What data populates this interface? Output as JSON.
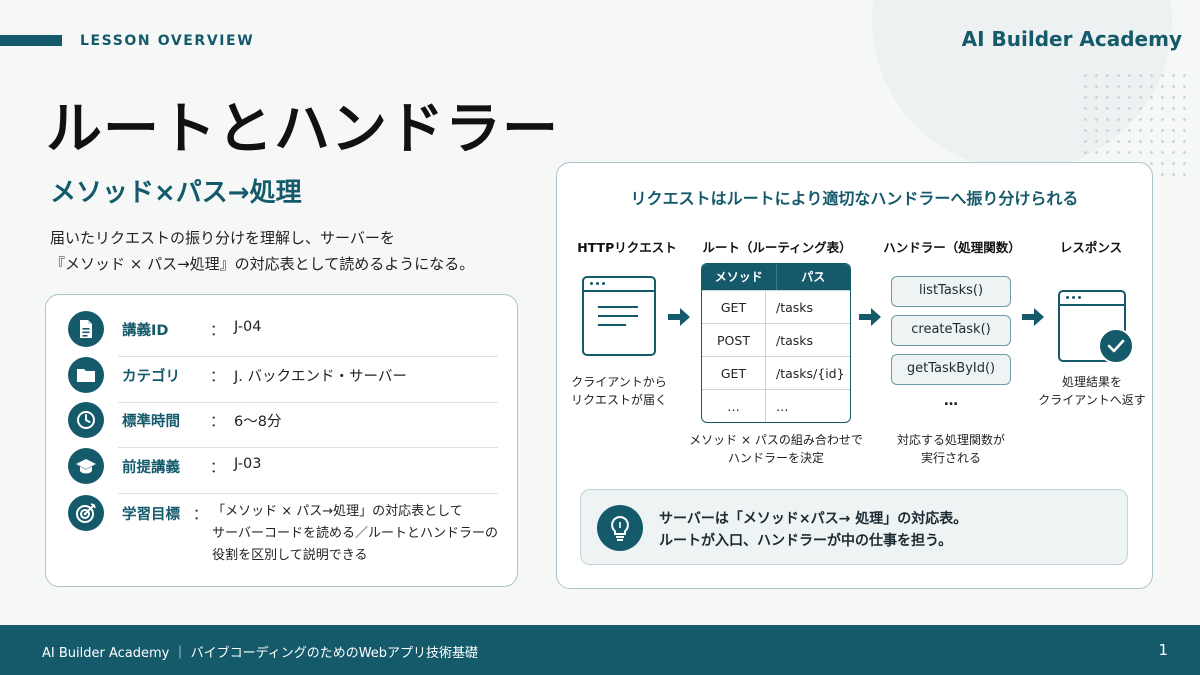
{
  "header": {
    "section_label": "LESSON OVERVIEW",
    "brand": "AI Builder Academy"
  },
  "lesson": {
    "title": "ルートとハンドラー",
    "subtitle": "メソッド×パス→処理",
    "description": [
      "届いたリクエストの振り分けを理解し、サーバーを",
      "『メソッド × パス→処理』の対応表として読めるようになる。"
    ]
  },
  "info": [
    {
      "icon": "document-icon",
      "label": "講義ID",
      "value": [
        "J-04"
      ]
    },
    {
      "icon": "folder-icon",
      "label": "カテゴリ",
      "value": [
        "J. バックエンド・サーバー"
      ]
    },
    {
      "icon": "clock-icon",
      "label": "標準時間",
      "value": [
        "6〜8分"
      ]
    },
    {
      "icon": "graduation-cap-icon",
      "label": "前提講義",
      "value": [
        "J-03"
      ]
    },
    {
      "icon": "target-icon",
      "label": "学習目標",
      "value": [
        "「メソッド × パス→処理」の対応表として",
        "サーバーコードを読める／ルートとハンドラーの",
        "役割を区別して説明できる"
      ]
    }
  ],
  "diagram": {
    "title": "リクエストはルートにより適切なハンドラーへ振り分けられる",
    "columns": {
      "request": {
        "heading": "HTTPリクエスト",
        "caption": [
          "クライアントから",
          "リクエストが届く"
        ]
      },
      "route": {
        "heading": "ルート（ルーティング表）",
        "table_headers": [
          "メソッド",
          "パス"
        ],
        "rows": [
          {
            "method": "GET",
            "path": "/tasks"
          },
          {
            "method": "POST",
            "path": "/tasks"
          },
          {
            "method": "GET",
            "path": "/tasks/{id}"
          },
          {
            "method": "…",
            "path": "…"
          }
        ],
        "caption": [
          "メソッド × パスの組み合わせで",
          "ハンドラーを決定"
        ]
      },
      "handler": {
        "heading": "ハンドラー（処理関数）",
        "functions": [
          "listTasks()",
          "createTask()",
          "getTaskById()"
        ],
        "more": "…",
        "caption": [
          "対応する処理関数が",
          "実行される"
        ]
      },
      "response": {
        "heading": "レスポンス",
        "caption": [
          "処理結果を",
          "クライアントへ返す"
        ]
      }
    },
    "note": [
      "サーバーは「メソッド×パス→ 処理」の対応表。",
      "ルートが入口、ハンドラーが中の仕事を担う。"
    ]
  },
  "footer": {
    "text": "AI Builder Academy ｜ バイブコーディングのためのWebアプリ技術基礎",
    "page": "1"
  },
  "colors": {
    "primary": "#155a6b",
    "card_border": "#a9c5cb",
    "background": "#f6f8f8"
  }
}
